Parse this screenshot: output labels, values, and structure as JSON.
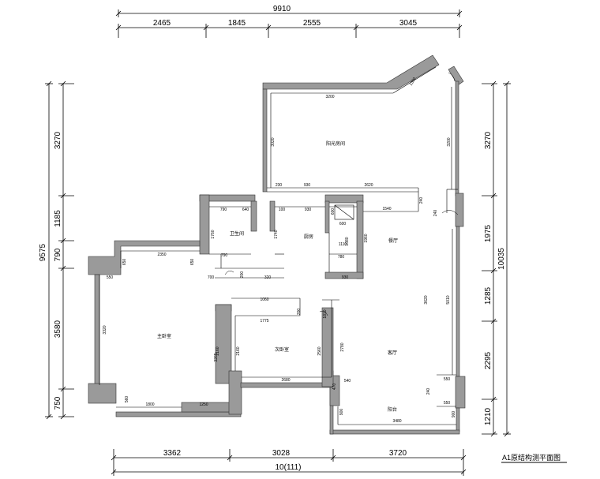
{
  "title": "A1原结构测平面图",
  "dimensions": {
    "top_total": "9910",
    "top_segments": [
      "2465",
      "1845",
      "2555",
      "3045"
    ],
    "bottom_total": "10(111)",
    "bottom_segments": [
      "3362",
      "3028",
      "3720"
    ],
    "left_total": "9575",
    "left_segments": [
      "3270",
      "1185",
      "790",
      "3580",
      "750"
    ],
    "right_total": "10035",
    "right_segments": [
      "3270",
      "1975",
      "1285",
      "2295",
      "1210"
    ]
  },
  "rooms": {
    "top_bedroom": "阳光房间",
    "bathroom": "卫生间",
    "kitchen": "厨房",
    "dining": "餐厅",
    "master_bedroom": "主卧室",
    "second_bedroom": "次卧室",
    "living_room": "客厅",
    "balcony": "阳台"
  },
  "inner_dims": [
    "3200",
    "3020",
    "3200",
    "2620",
    "230",
    "930",
    "790",
    "640",
    "100",
    "930",
    "1540",
    "2350",
    "650",
    "650",
    "550",
    "1760",
    "1740",
    "1960",
    "1110",
    "600",
    "2160",
    "2160",
    "780",
    "930",
    "1060",
    "1775",
    "3320",
    "3620",
    "2780",
    "2680",
    "1800",
    "1250",
    "3480",
    "540",
    "550",
    "550",
    "5010",
    "1350",
    "240",
    "240",
    "600",
    "1080",
    "240",
    "200",
    "790",
    "700",
    "200",
    "320",
    "470",
    "560",
    "3265",
    "2560",
    "1810",
    "900",
    "900"
  ]
}
